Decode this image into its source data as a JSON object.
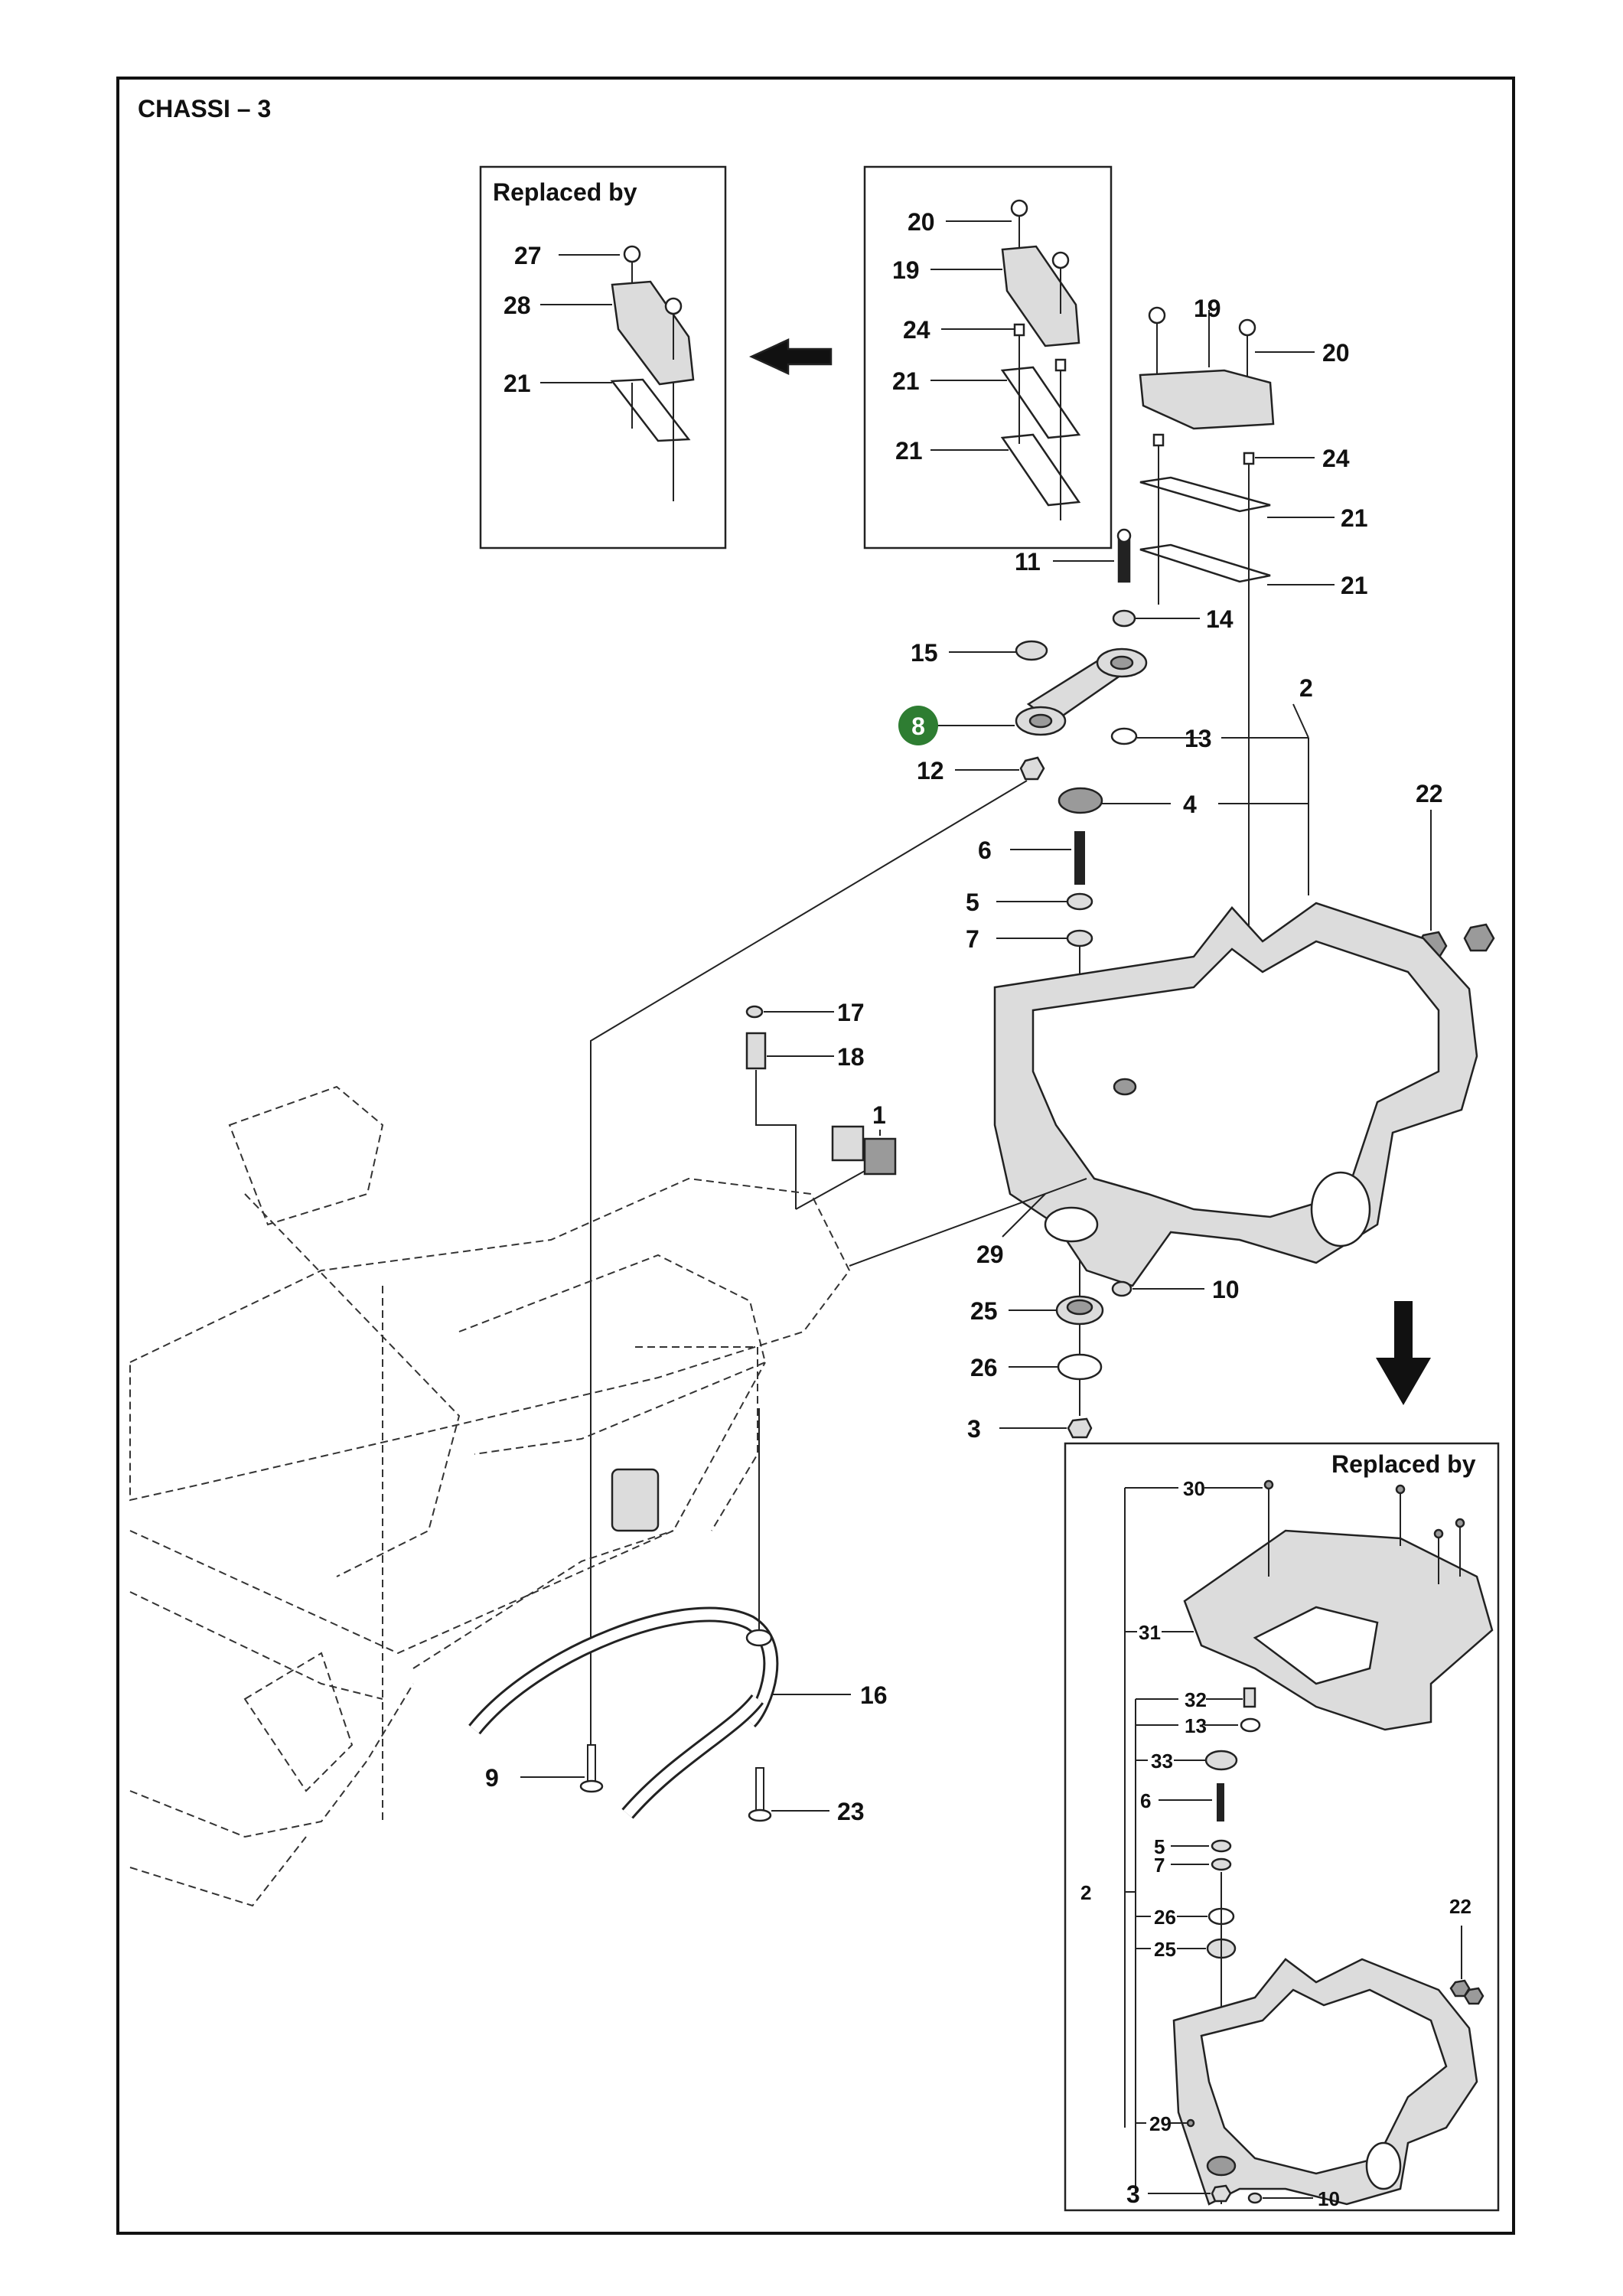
{
  "title": "CHASSI – 3",
  "boxes": {
    "top_left_title": "Replaced by",
    "bottom_right_title": "Replaced by"
  },
  "highlight": {
    "label": "8",
    "color": "#2e7d32"
  },
  "colors": {
    "line": "#222222",
    "body_fill": "#dcdcdc",
    "highlight": "#2e7d32"
  },
  "callouts": {
    "b27": "27",
    "b28": "28",
    "b21a": "21",
    "m20": "20",
    "m19": "19",
    "m24": "24",
    "m21a": "21",
    "m21b": "21",
    "r19": "19",
    "r20": "20",
    "r24": "24",
    "r21a": "21",
    "r21b": "21",
    "p11": "11",
    "p14": "14",
    "p15": "15",
    "p2": "2",
    "p13": "13",
    "p12": "12",
    "p4": "4",
    "p22": "22",
    "p6": "6",
    "p5": "5",
    "p7": "7",
    "p17": "17",
    "p18": "18",
    "p1": "1",
    "p29": "29",
    "p25": "25",
    "p10": "10",
    "p26": "26",
    "p3": "3",
    "p16": "16",
    "p9": "9",
    "p23": "23",
    "n30": "30",
    "n31": "31",
    "n32": "32",
    "n13": "13",
    "n33": "33",
    "n6": "6",
    "n5": "5",
    "n7": "7",
    "n2": "2",
    "n26": "26",
    "n25": "25",
    "n22": "22",
    "n29": "29",
    "n3": "3",
    "n10": "10"
  }
}
